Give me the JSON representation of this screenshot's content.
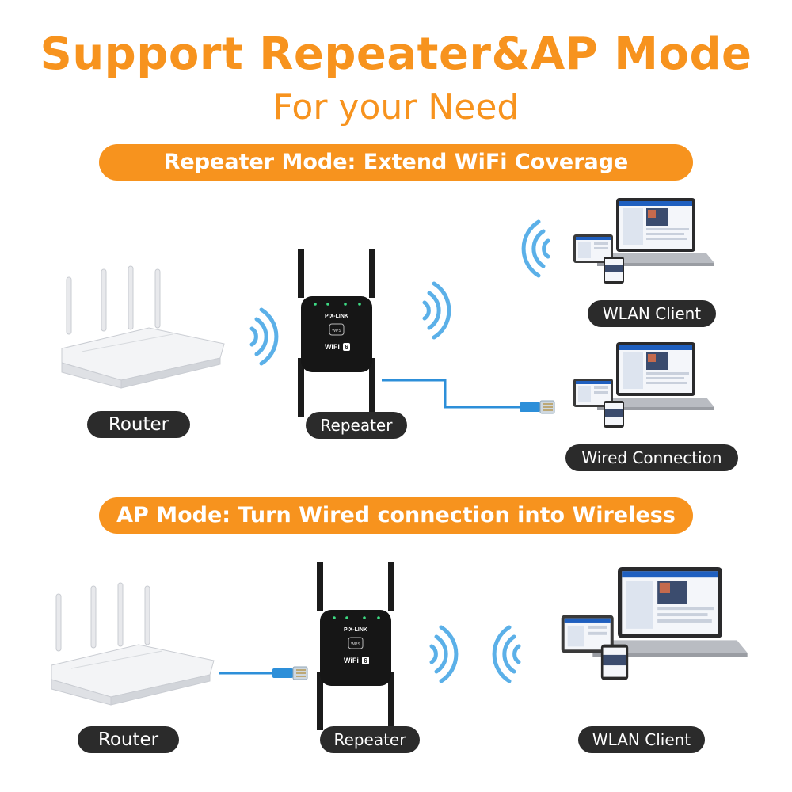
{
  "colors": {
    "accent": "#f7931e",
    "label_bg": "#2b2b2b",
    "wifi_wave": "#5bb0e8",
    "cable": "#2d8fd9",
    "device_body": "#161616",
    "router_body": "#f3f4f6"
  },
  "title": "Support Repeater&AP Mode",
  "subtitle": "For your Need",
  "sections": {
    "repeater": {
      "banner": "Repeater Mode: Extend WiFi Coverage",
      "router_label": "Router",
      "repeater_label": "Repeater",
      "wlan_label": "WLAN Client",
      "wired_label": "Wired Connection"
    },
    "ap": {
      "banner": "AP Mode: Turn Wired connection into Wireless",
      "router_label": "Router",
      "repeater_label": "Repeater",
      "wlan_label": "WLAN Client"
    }
  },
  "device": {
    "brand": "PIX-LINK",
    "wps": "WPS",
    "wifi": "WiFi",
    "wifi_gen": "6"
  },
  "icons": [
    "router-icon",
    "repeater-icon",
    "wifi-signal-icon",
    "laptop-icon",
    "tablet-icon",
    "phone-icon",
    "ethernet-plug-icon"
  ]
}
